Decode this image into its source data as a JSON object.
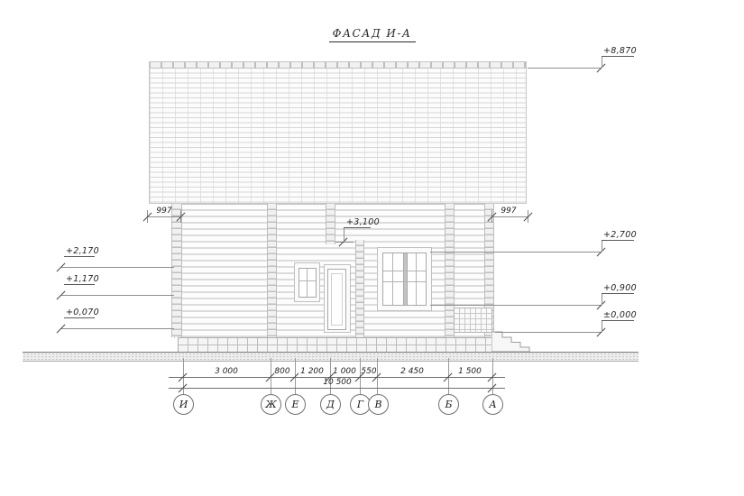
{
  "title": "ФАСАД И-А",
  "levels": {
    "ridge": "+8,870",
    "head_right": "+2,700",
    "sill_right": "+0,900",
    "zero": "±0,000",
    "head_left": "+2,170",
    "sill_left": "+1,170",
    "plinth_left": "+0,070",
    "wall_mid": "+3,100"
  },
  "dimensions": {
    "eave_left": "997",
    "eave_right": "997",
    "segments": [
      "3 000",
      "800",
      "1 200",
      "1 000",
      "550",
      "2 450",
      "1 500"
    ],
    "total": "10 500"
  },
  "axes": [
    "И",
    "Ж",
    "Е",
    "Д",
    "Г",
    "В",
    "Б",
    "А"
  ]
}
